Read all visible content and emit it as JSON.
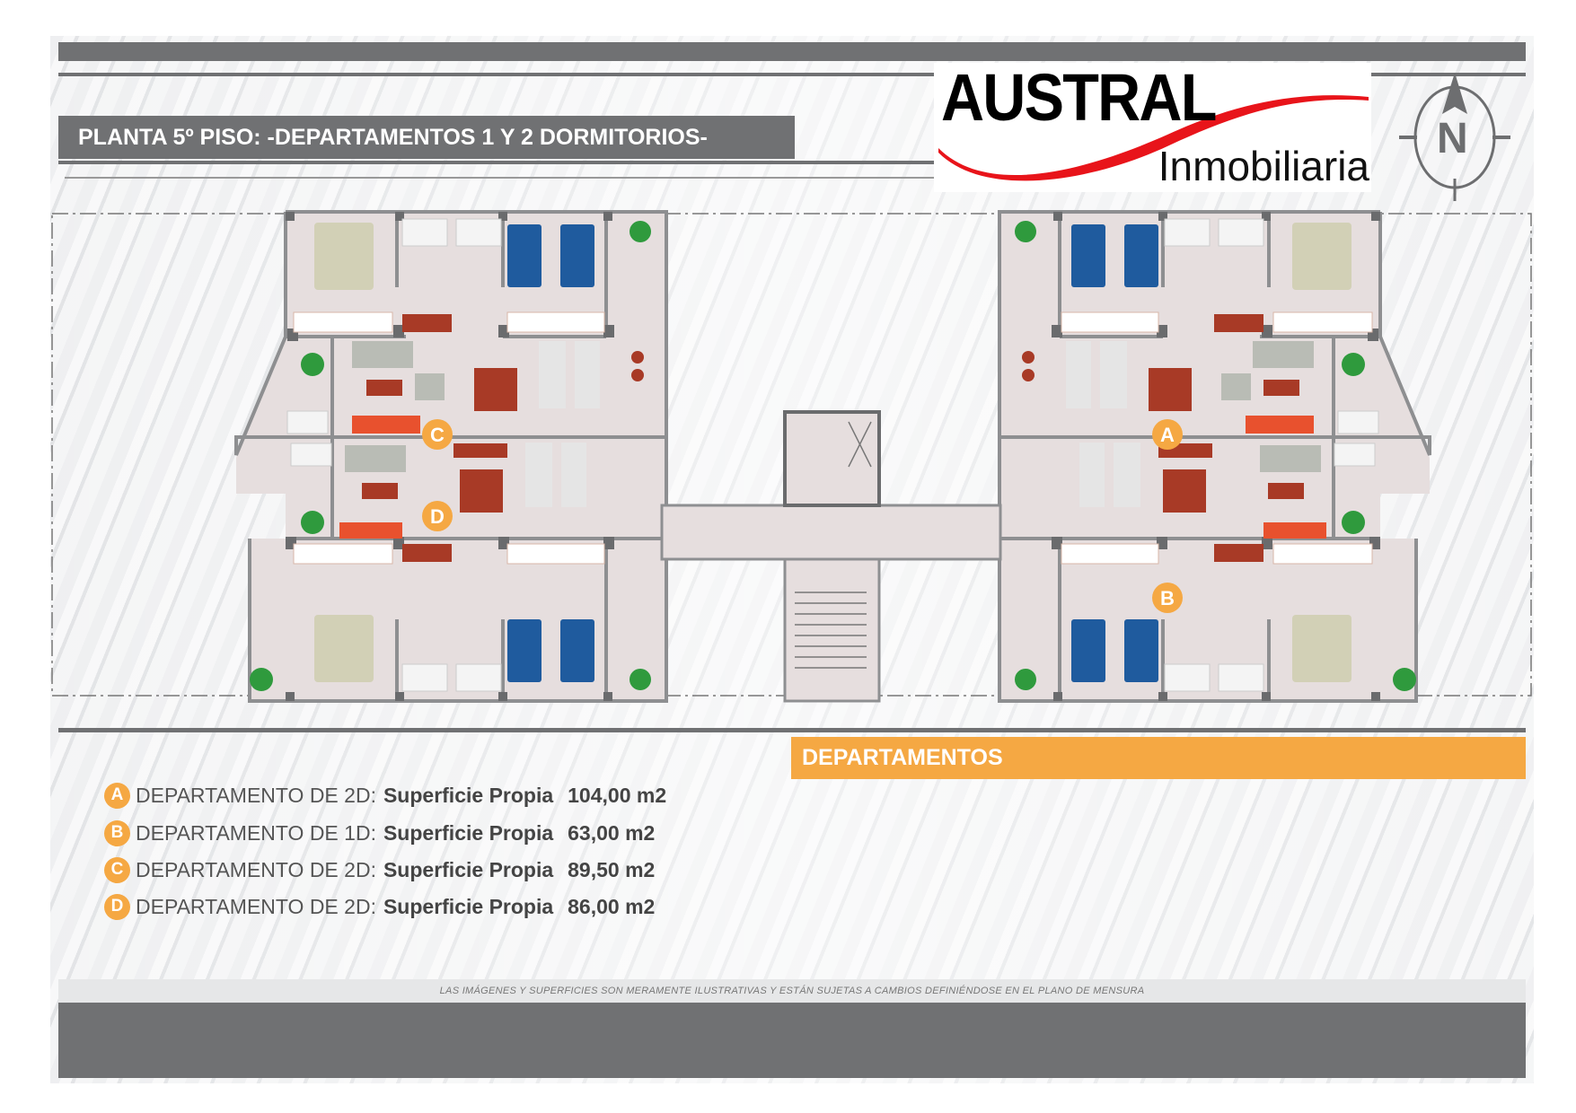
{
  "header": {
    "title": "PLANTA 5º PISO: -DEPARTAMENTOS 1 Y 2 DORMITORIOS-",
    "logo_brand": "AUSTRAL",
    "logo_sub": "Inmobiliaria",
    "compass_label": "N"
  },
  "plan": {
    "unit_labels": [
      "A",
      "B",
      "C",
      "D"
    ]
  },
  "section_title": "DEPARTAMENTOS",
  "legend": [
    {
      "letter": "A",
      "type": "DEPARTAMENTO DE 2D:",
      "label": "Superficie Propia",
      "area": "104,00 m2"
    },
    {
      "letter": "B",
      "type": "DEPARTAMENTO DE 1D:",
      "label": "Superficie Propia",
      "area": "63,00 m2"
    },
    {
      "letter": "C",
      "type": "DEPARTAMENTO DE 2D:",
      "label": "Superficie Propia",
      "area": "89,50 m2"
    },
    {
      "letter": "D",
      "type": "DEPARTAMENTO DE 2D:",
      "label": "Superficie Propia",
      "area": "86,00 m2"
    }
  ],
  "disclaimer": "LAS IMÁGENES Y SUPERFICIES SON MERAMENTE ILUSTRATIVAS Y ESTÁN SUJETAS A CAMBIOS DEFINIÉNDOSE EN EL PLANO DE MENSURA",
  "colors": {
    "accent": "#f5a843",
    "bar": "#707173",
    "logo_swoosh": "#e8141a"
  }
}
